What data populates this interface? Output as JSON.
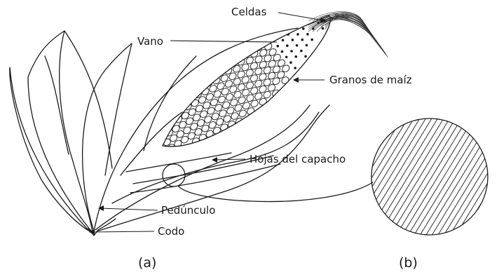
{
  "labels": {
    "silks": "Celdas",
    "stalk": "Vano",
    "kernels": "Granos de maíz",
    "husk_leaves": "Hojas del capacho",
    "peduncle": "Pedúnculo",
    "node": "Codo"
  },
  "captions": {
    "left": "(a)",
    "right": "(b)"
  }
}
